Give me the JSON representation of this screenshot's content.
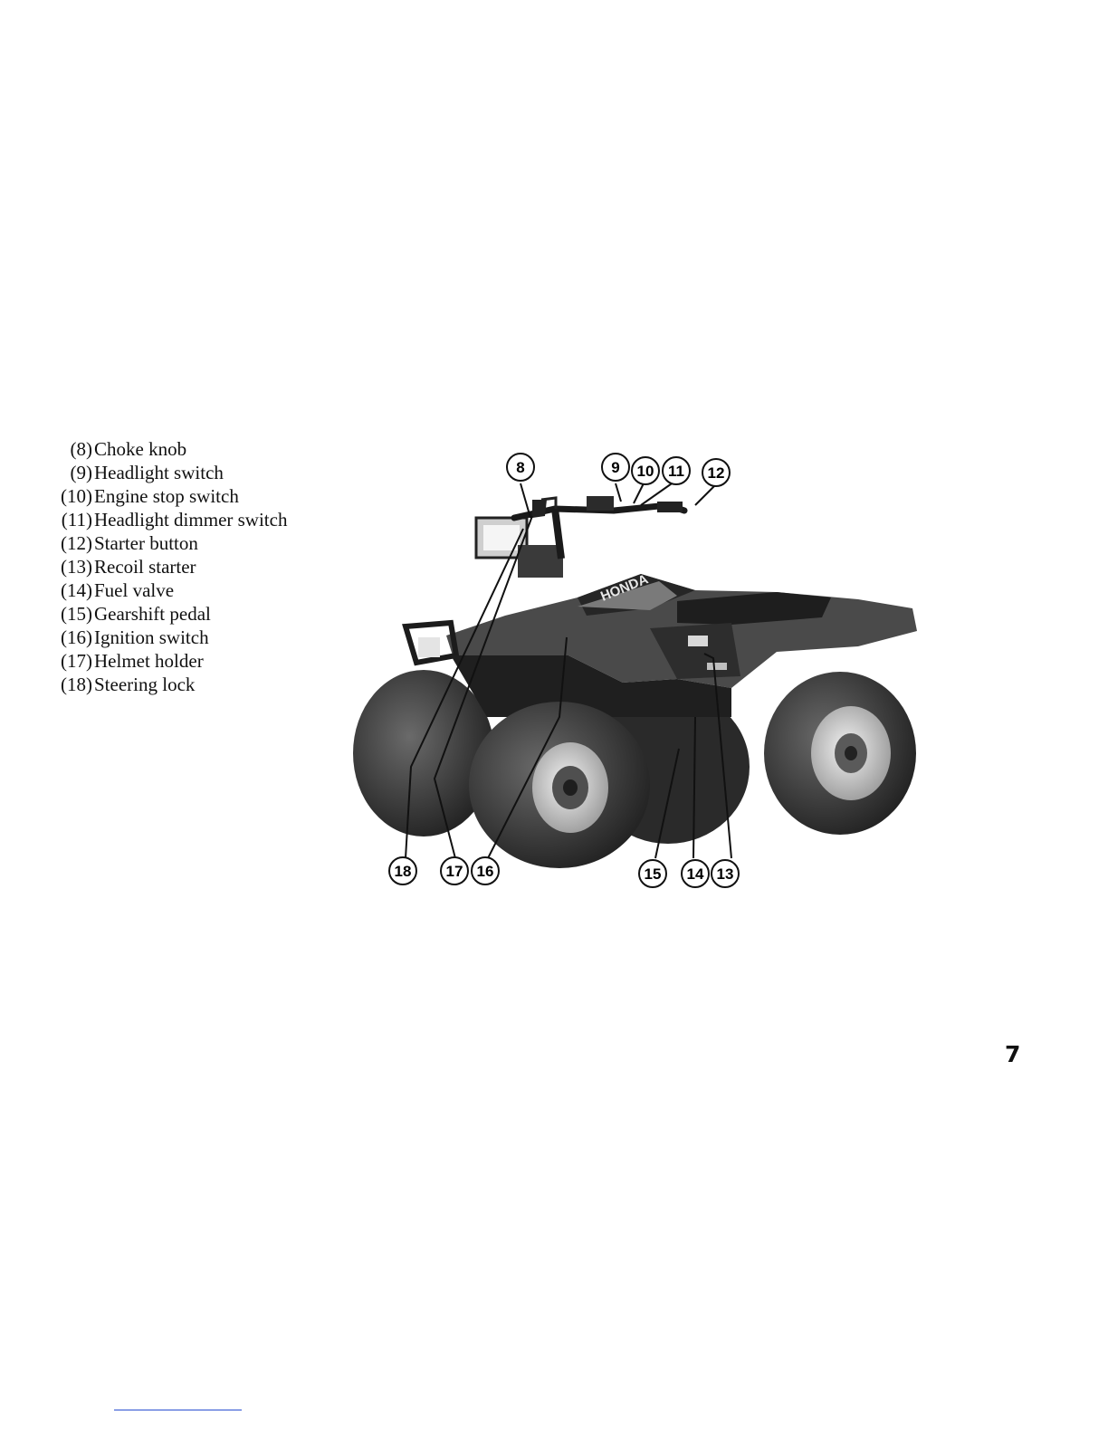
{
  "legend": [
    {
      "num": "(8)",
      "label": "Choke knob"
    },
    {
      "num": "(9)",
      "label": "Headlight switch"
    },
    {
      "num": "(10)",
      "label": "Engine stop switch"
    },
    {
      "num": "(11)",
      "label": "Headlight dimmer switch"
    },
    {
      "num": "(12)",
      "label": "Starter button"
    },
    {
      "num": "(13)",
      "label": "Recoil starter"
    },
    {
      "num": "(14)",
      "label": "Fuel valve"
    },
    {
      "num": "(15)",
      "label": "Gearshift pedal"
    },
    {
      "num": "(16)",
      "label": "Ignition switch"
    },
    {
      "num": "(17)",
      "label": "Helmet holder"
    },
    {
      "num": "(18)",
      "label": "Steering lock"
    }
  ],
  "figure": {
    "brand_decal": "HONDA",
    "callouts": {
      "c8": "8",
      "c9": "9",
      "c10": "10",
      "c11": "11",
      "c12": "12",
      "c13": "13",
      "c14": "14",
      "c15": "15",
      "c16": "16",
      "c17": "17",
      "c18": "18"
    }
  },
  "page_number": "7"
}
